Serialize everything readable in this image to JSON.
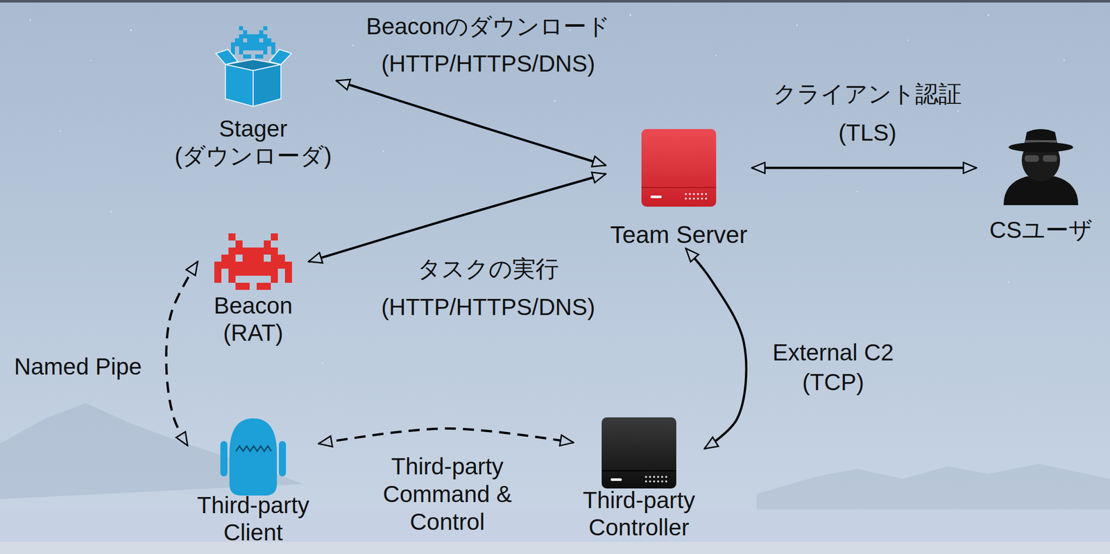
{
  "diagram": {
    "nodes": [
      {
        "text": [
          "Stager (ダウンローダ)"
        ]
      },
      {
        "text": [
          "Team Server"
        ]
      },
      {
        "text": [
          "CSユーザ"
        ]
      },
      {
        "text": [
          "Beacon (RAT)"
        ]
      },
      {
        "text": [
          "Third-party Client"
        ]
      },
      {
        "text": [
          "Third-party Controller"
        ]
      }
    ],
    "edges": [
      {
        "from": 0,
        "to": 1,
        "arrow": "both",
        "label": "Beaconのダウンロード (HTTP/HTTPS/DNS)"
      },
      {
        "from": 3,
        "to": 1,
        "arrow": "both",
        "label": "タスクの実行 (HTTP/HTTPS/DNS)"
      },
      {
        "from": 1,
        "to": 2,
        "arrow": "both",
        "label": "クライアント認証 (TLS)"
      },
      {
        "from": 3,
        "to": 4,
        "arrow": "both",
        "label": "Named Pipe"
      },
      {
        "from": 4,
        "to": 5,
        "arrow": "both",
        "label": "Third-party Command & Control"
      },
      {
        "from": 5,
        "to": 1,
        "arrow": "both",
        "label": "External C2 (TCP)"
      }
    ]
  }
}
